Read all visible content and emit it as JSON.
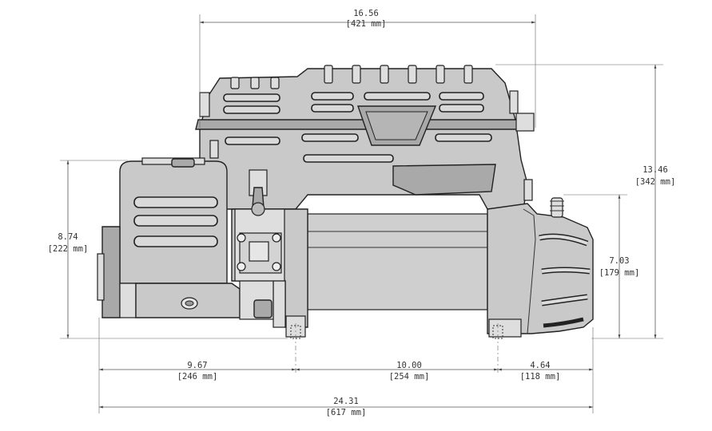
{
  "dimensions": {
    "top_width": {
      "value": "16.56",
      "mm": "[421 mm]"
    },
    "overall_height": {
      "value": "13.46",
      "mm": "[342 mm]"
    },
    "motor_height": {
      "value": "8.74",
      "mm": "[222 mm]"
    },
    "gearbox_height": {
      "value": "7.03",
      "mm": "[179 mm]"
    },
    "left_offset": {
      "value": "9.67",
      "mm": "[246 mm]"
    },
    "mount_spacing": {
      "value": "10.00",
      "mm": "[254 mm]"
    },
    "right_offset": {
      "value": "4.64",
      "mm": "[118 mm]"
    },
    "overall_length": {
      "value": "24.31",
      "mm": "[617 mm]"
    }
  },
  "colors": {
    "body": "#c9c9c9",
    "line": "#222222",
    "dimension": "#555555"
  }
}
